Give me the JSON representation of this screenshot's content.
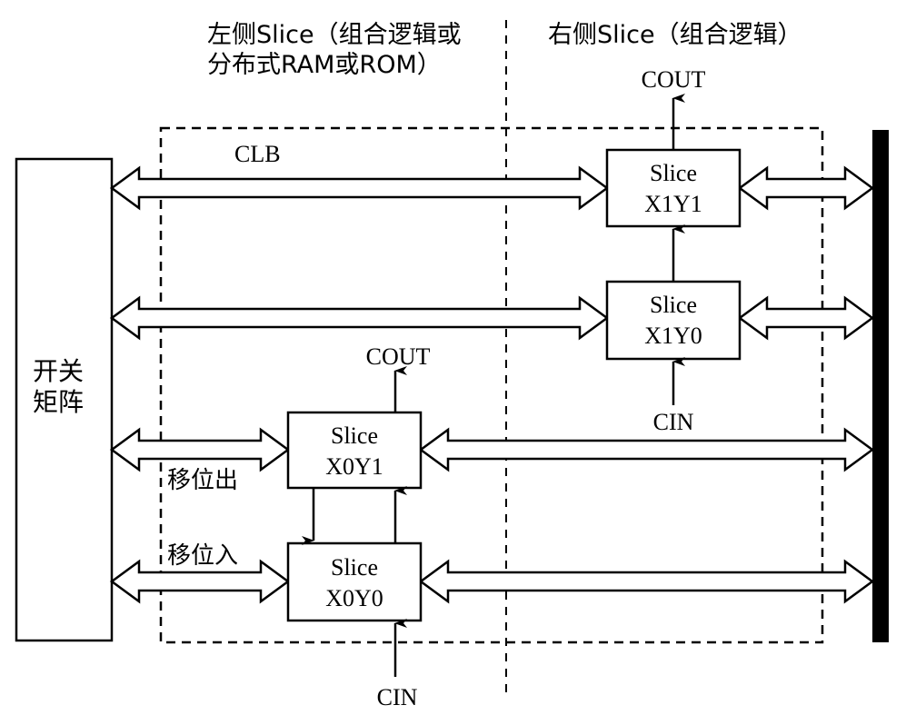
{
  "diagram": {
    "title_left_line1": "左侧Slice（组合逻辑或",
    "title_left_line2": "分布式RAM或ROM）",
    "title_right": "右侧Slice（组合逻辑）",
    "clb_label": "CLB",
    "switch_matrix_line1": "开关",
    "switch_matrix_line2": "矩阵",
    "shift_out_label": "移位出",
    "shift_in_label": "移位入",
    "slices": [
      {
        "id": "x1y1",
        "line1": "Slice",
        "line2": "X1Y1"
      },
      {
        "id": "x1y0",
        "line1": "Slice",
        "line2": "X1Y0"
      },
      {
        "id": "x0y1",
        "line1": "Slice",
        "line2": "X0Y1"
      },
      {
        "id": "x0y0",
        "line1": "Slice",
        "line2": "X0Y0"
      }
    ],
    "carry": {
      "cout_right": "COUT",
      "cin_right": "CIN",
      "cout_left": "COUT",
      "cin_left": "CIN"
    },
    "colors": {
      "stroke": "#000000",
      "background": "#ffffff",
      "bus": "#000000"
    }
  }
}
